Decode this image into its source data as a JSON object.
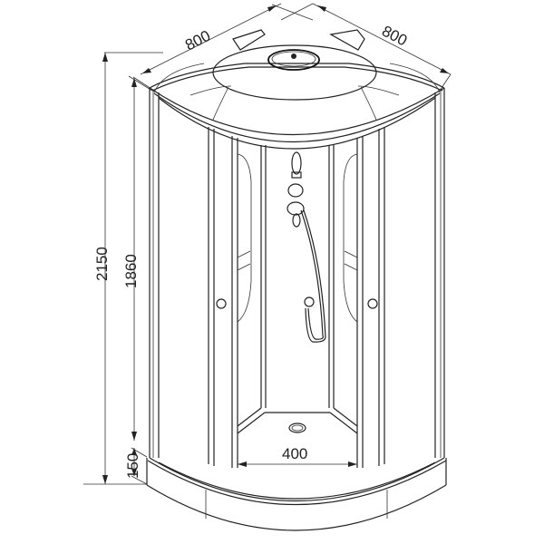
{
  "diagram": {
    "subject": "Corner shower cabin technical drawing",
    "dimensions": {
      "width_left": "800",
      "width_right": "800",
      "total_height": "2150",
      "cabin_height": "1860",
      "tray_height": "150",
      "door_opening": "400"
    },
    "colors": {
      "line": "#222222",
      "background": "#ffffff"
    }
  }
}
